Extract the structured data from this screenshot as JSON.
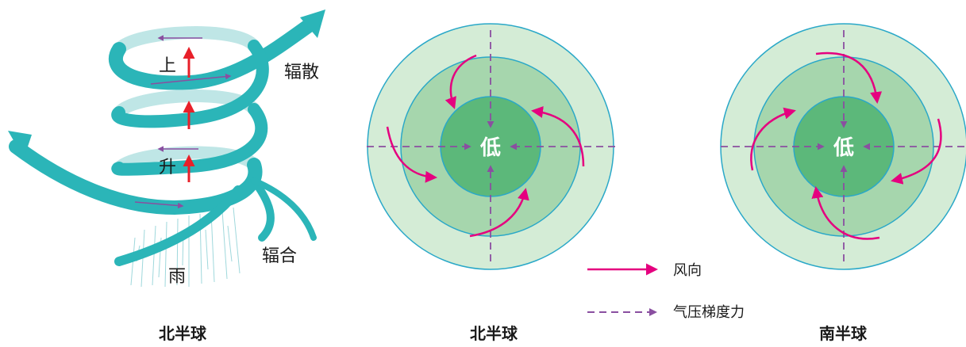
{
  "spiral": {
    "label_up_1": "上",
    "label_up_2": "升",
    "label_divergence": "辐散",
    "label_convergence": "辐合",
    "label_rain": "雨",
    "caption": "北半球"
  },
  "panel_north": {
    "center_label": "低",
    "caption": "北半球"
  },
  "panel_south": {
    "center_label": "低",
    "caption": "南半球"
  },
  "legend": {
    "wind_direction": "风向",
    "pressure_gradient_force": "气压梯度力"
  },
  "colors": {
    "ribbon": "#2bb5b8",
    "ribbon_light": "#bfe6e6",
    "rise_arrow": "#e8202a",
    "wind": "#e5007f",
    "pgf": "#8a4fa0",
    "ring_outer": "#d4ecd6",
    "ring_mid": "#a6d6ad",
    "ring_inner": "#5cb87a",
    "ring_stroke": "#2aa8c8"
  }
}
